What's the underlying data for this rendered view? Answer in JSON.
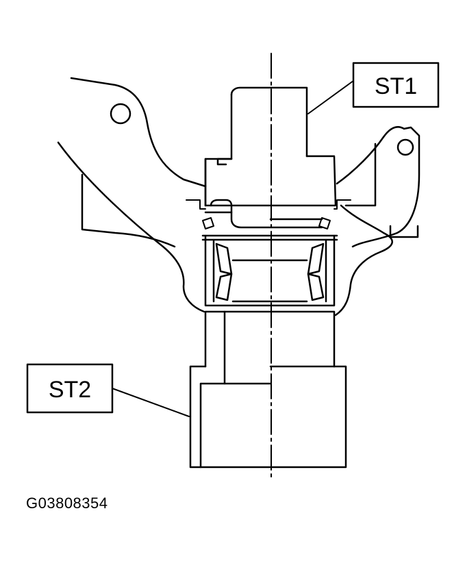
{
  "labels": {
    "st1": "ST1",
    "st2": "ST2"
  },
  "figure_id": "G03808354",
  "colors": {
    "line": "#000000",
    "background": "#ffffff"
  }
}
